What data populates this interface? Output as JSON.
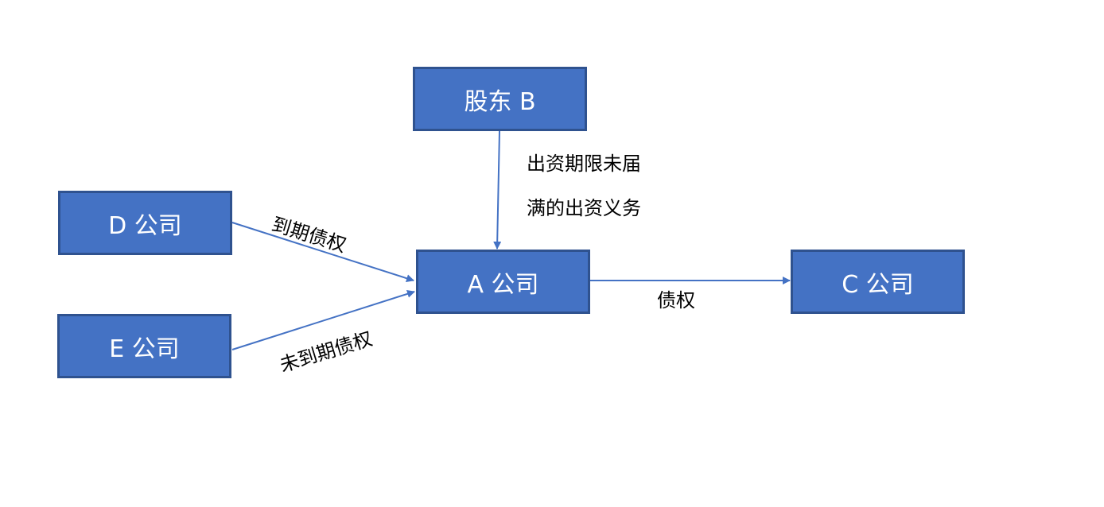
{
  "colors": {
    "node_fill": "#4472c4",
    "node_border": "#2f528f",
    "edge": "#4472c4",
    "node_text": "#ffffff",
    "label_text": "#000000"
  },
  "nodes": {
    "shareholder_b": "股东 B",
    "company_d": "D 公司",
    "company_a": "A 公司",
    "company_c": "C 公司",
    "company_e": "E 公司"
  },
  "edges": {
    "b_to_a": {
      "line1": "出资期限未届",
      "line2": "满的出资义务"
    },
    "d_to_a": "到期债权",
    "e_to_a": "未到期债权",
    "a_to_c": "债权"
  }
}
